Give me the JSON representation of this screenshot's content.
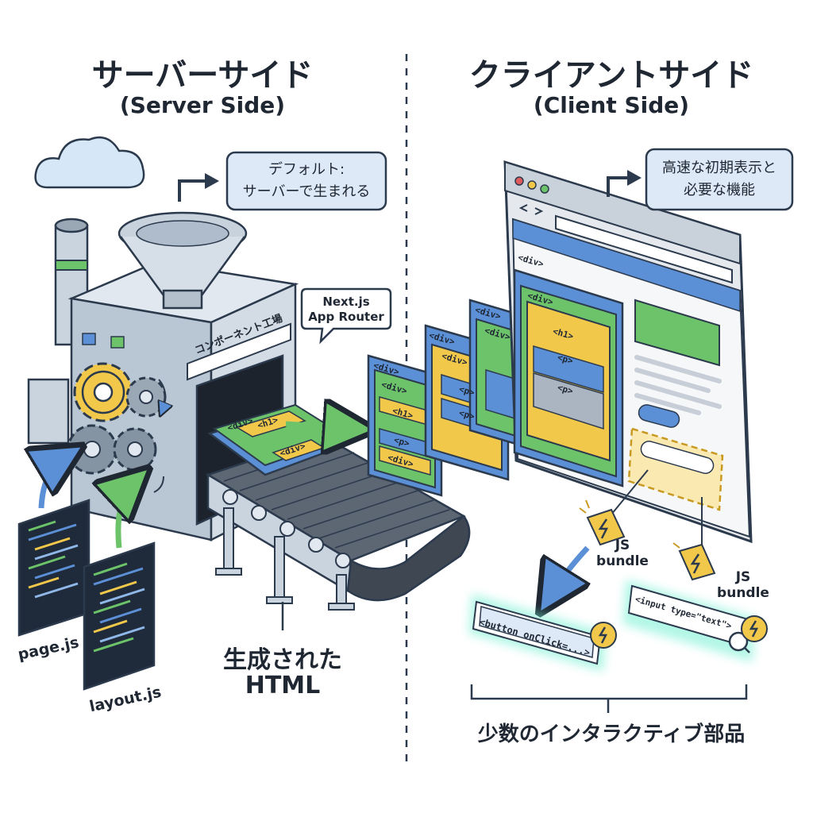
{
  "server": {
    "title": "サーバーサイド",
    "subtitle": "(Server Side)",
    "callout": {
      "line1": "デフォルト:",
      "line2": "サーバーで生まれる"
    },
    "factory_sign": "コンポーネント工場",
    "router_tag": {
      "line1": "Next.js",
      "line2": "App Router"
    },
    "files": {
      "page": "page.js",
      "layout": "layout.js"
    },
    "output": {
      "line1": "生成された",
      "line2": "HTML"
    },
    "tray_tags": [
      "<div>",
      "<h1>",
      "<div>"
    ]
  },
  "client": {
    "title": "クライアントサイド",
    "subtitle": "(Client Side)",
    "callout": {
      "line1": "高速な初期表示と",
      "line2": "必要な機能"
    },
    "bundle_label": {
      "line1": "JS",
      "line2": "bundle"
    },
    "button_code": "<button onClick=...>",
    "input_code": "<input type=\"text\">",
    "footer": "少数のインタラクティブ部品"
  },
  "layers": {
    "layer1": [
      "<div>",
      "<div>",
      "<h1>",
      "<p>",
      "<div>"
    ],
    "layer2": [
      "<div>",
      "<div>",
      "<p>",
      "<p>"
    ],
    "layer3": [
      "<div>",
      "<div>"
    ],
    "layer4": [
      "<div>",
      "<div>",
      "<h1>",
      "<p>",
      "<p>"
    ]
  },
  "colors": {
    "ink": "#1f2733",
    "green": "#6cc36a",
    "yellow": "#f2c84b",
    "blue": "#5b8fd6",
    "glow": "#74f0d2"
  }
}
